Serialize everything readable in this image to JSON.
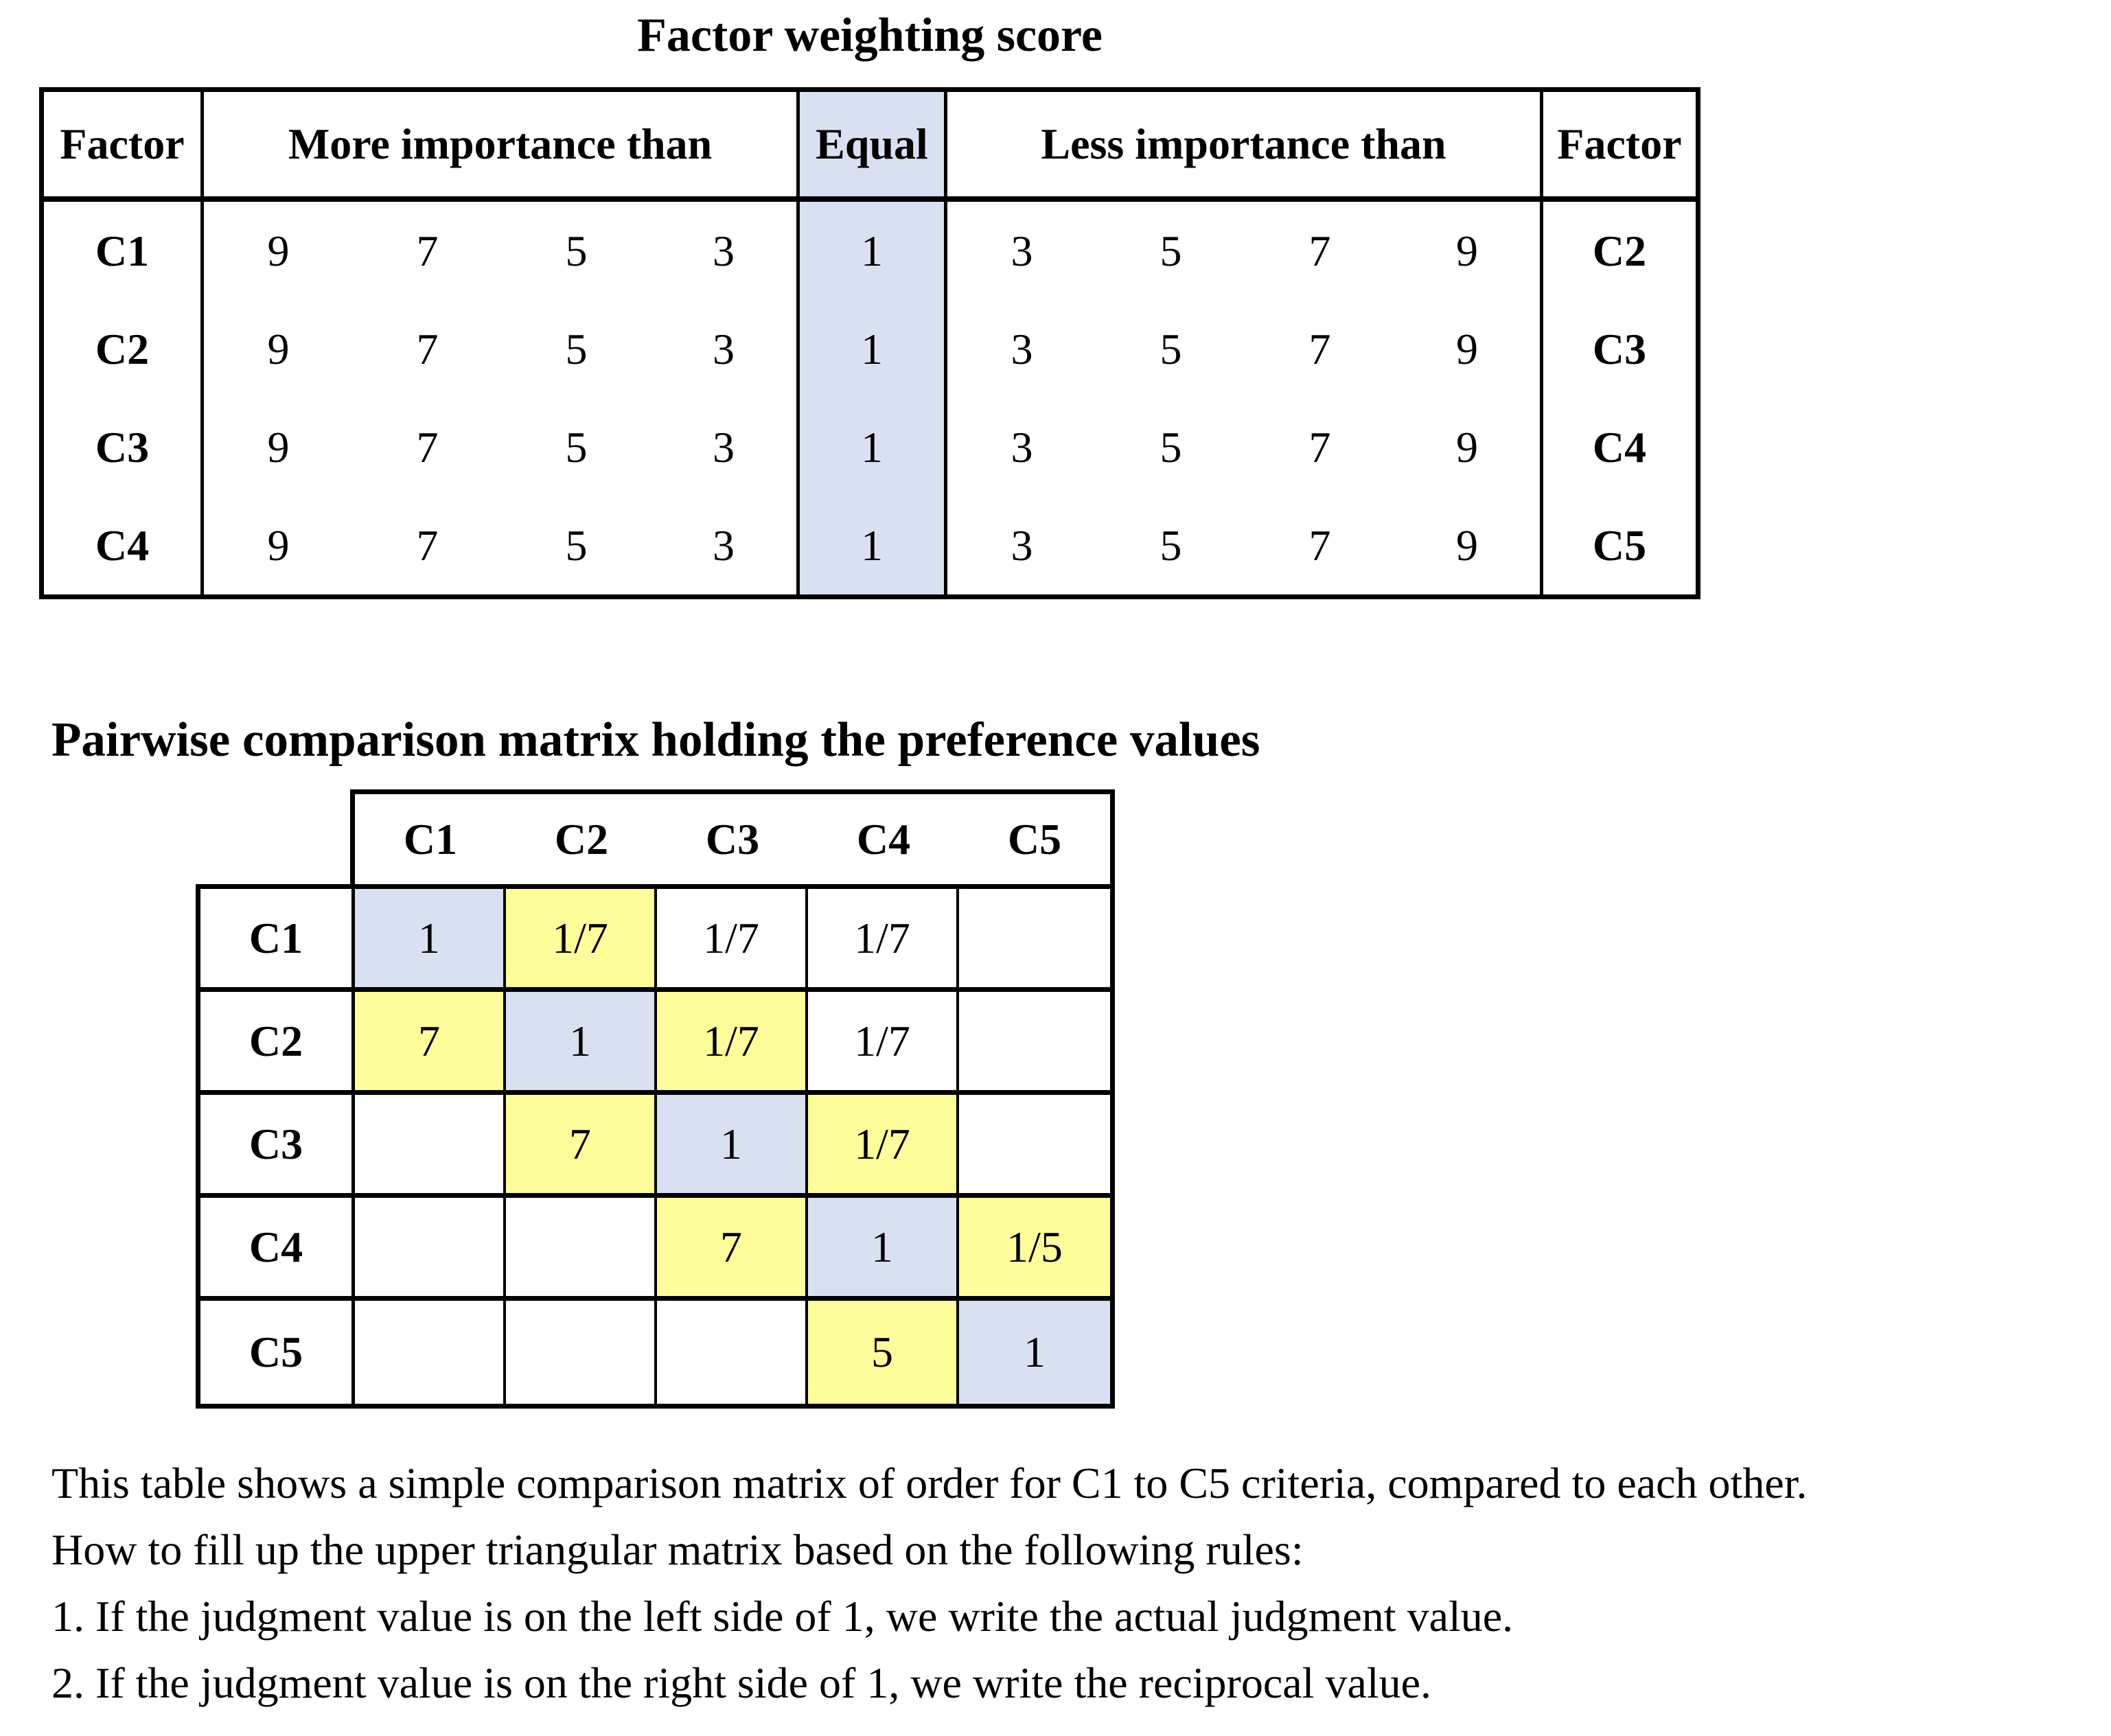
{
  "cell_colors": {
    "blue": "#D9E0F2",
    "yellow": "#FDFD9B",
    "white": "#FFFFFF"
  },
  "factor_weighting_table": {
    "title": "Factor weighting score",
    "equal_bg": "blue",
    "headers": {
      "factor_left": "Factor",
      "more": "More importance than",
      "equal": "Equal",
      "less": "Less importance than",
      "factor_right": "Factor"
    },
    "rows": [
      {
        "factor_left": "C1",
        "more": [
          "9",
          "7",
          "5",
          "3"
        ],
        "equal": "1",
        "less": [
          "3",
          "5",
          "7",
          "9"
        ],
        "factor_right": "C2"
      },
      {
        "factor_left": "C2",
        "more": [
          "9",
          "7",
          "5",
          "3"
        ],
        "equal": "1",
        "less": [
          "3",
          "5",
          "7",
          "9"
        ],
        "factor_right": "C3"
      },
      {
        "factor_left": "C3",
        "more": [
          "9",
          "7",
          "5",
          "3"
        ],
        "equal": "1",
        "less": [
          "3",
          "5",
          "7",
          "9"
        ],
        "factor_right": "C4"
      },
      {
        "factor_left": "C4",
        "more": [
          "9",
          "7",
          "5",
          "3"
        ],
        "equal": "1",
        "less": [
          "3",
          "5",
          "7",
          "9"
        ],
        "factor_right": "C5"
      }
    ]
  },
  "pairwise_matrix": {
    "title": "Pairwise comparison matrix holding the preference values",
    "column_headers": [
      "C1",
      "C2",
      "C3",
      "C4",
      "C5"
    ],
    "rows": [
      {
        "label": "C1",
        "cells": [
          {
            "value": "1",
            "bg": "blue"
          },
          {
            "value": "1/7",
            "bg": "yellow"
          },
          {
            "value": "1/7",
            "bg": "white"
          },
          {
            "value": "1/7",
            "bg": "white"
          },
          {
            "value": "",
            "bg": "white"
          }
        ]
      },
      {
        "label": "C2",
        "cells": [
          {
            "value": "7",
            "bg": "yellow"
          },
          {
            "value": "1",
            "bg": "blue"
          },
          {
            "value": "1/7",
            "bg": "yellow"
          },
          {
            "value": "1/7",
            "bg": "white"
          },
          {
            "value": "",
            "bg": "white"
          }
        ]
      },
      {
        "label": "C3",
        "cells": [
          {
            "value": "",
            "bg": "white"
          },
          {
            "value": "7",
            "bg": "yellow"
          },
          {
            "value": "1",
            "bg": "blue"
          },
          {
            "value": "1/7",
            "bg": "yellow"
          },
          {
            "value": "",
            "bg": "white"
          }
        ]
      },
      {
        "label": "C4",
        "cells": [
          {
            "value": "",
            "bg": "white"
          },
          {
            "value": "",
            "bg": "white"
          },
          {
            "value": "7",
            "bg": "yellow"
          },
          {
            "value": "1",
            "bg": "blue"
          },
          {
            "value": "1/5",
            "bg": "yellow"
          }
        ]
      },
      {
        "label": "C5",
        "cells": [
          {
            "value": "",
            "bg": "white"
          },
          {
            "value": "",
            "bg": "white"
          },
          {
            "value": "",
            "bg": "white"
          },
          {
            "value": "5",
            "bg": "yellow"
          },
          {
            "value": "1",
            "bg": "blue"
          }
        ]
      }
    ]
  },
  "notes": {
    "lines": [
      "This table shows a simple comparison matrix of order for C1 to C5 criteria, compared to each other.",
      "How to fill up the upper triangular matrix based on the following rules:",
      "1. If the judgment value is on the left side of 1, we write the actual judgment value.",
      "2. If the judgment value is on the right side of 1, we write the reciprocal value."
    ]
  }
}
